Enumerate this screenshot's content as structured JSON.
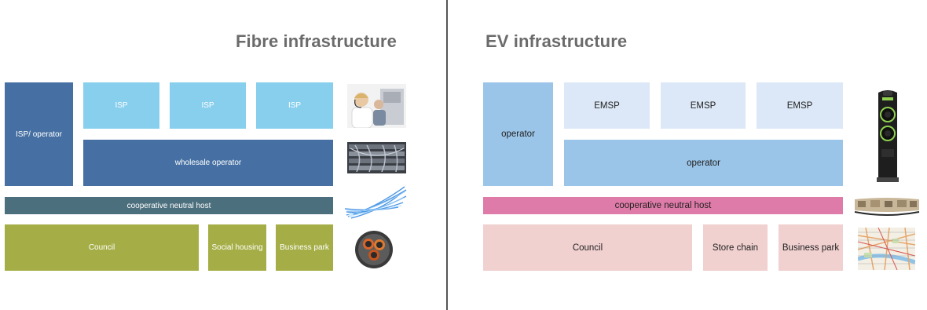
{
  "fibre": {
    "title": "Fibre infrastructure",
    "isp_operator": "ISP/ operator",
    "isps": [
      "ISP",
      "ISP",
      "ISP"
    ],
    "wholesale": "wholesale operator",
    "neutral_host": "cooperative neutral host",
    "bottom": [
      "Council",
      "Social housing",
      "Business park"
    ],
    "colors": {
      "dark_blue": "#4670a3",
      "light_blue": "#88cfee",
      "teal": "#4c6f7d",
      "olive": "#a5ae46"
    },
    "images": [
      "call-center-photo",
      "server-rack-photo",
      "fibre-optic-strands-photo",
      "fibre-duct-cross-section-photo"
    ]
  },
  "ev": {
    "title": "EV infrastructure",
    "operator_left": "operator",
    "emsps": [
      "EMSP",
      "EMSP",
      "EMSP"
    ],
    "operator_main": "operator",
    "neutral_host": "cooperative neutral host",
    "bottom": [
      "Council",
      "Store chain",
      "Business park"
    ],
    "colors": {
      "mid_blue": "#9ac5e8",
      "pale_blue": "#dce8f7",
      "pink": "#df7ba8",
      "pale_pink": "#f1d0d0"
    },
    "images": [
      "ev-charger-photo",
      "street-panorama-photo",
      "street-map-photo"
    ]
  }
}
